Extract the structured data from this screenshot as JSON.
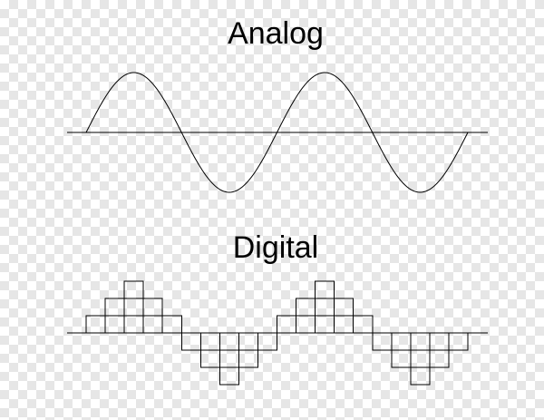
{
  "titles": {
    "analog": "Analog",
    "digital": "Digital"
  },
  "colors": {
    "line": "#000000",
    "checker": "#e6e6e6",
    "background": "#ffffff"
  },
  "digital_levels": [
    1,
    2,
    3,
    2,
    1,
    -1,
    -2,
    -3,
    -2,
    -1,
    1,
    2,
    3,
    2,
    1,
    -1,
    -2,
    -3,
    -2,
    -1
  ]
}
